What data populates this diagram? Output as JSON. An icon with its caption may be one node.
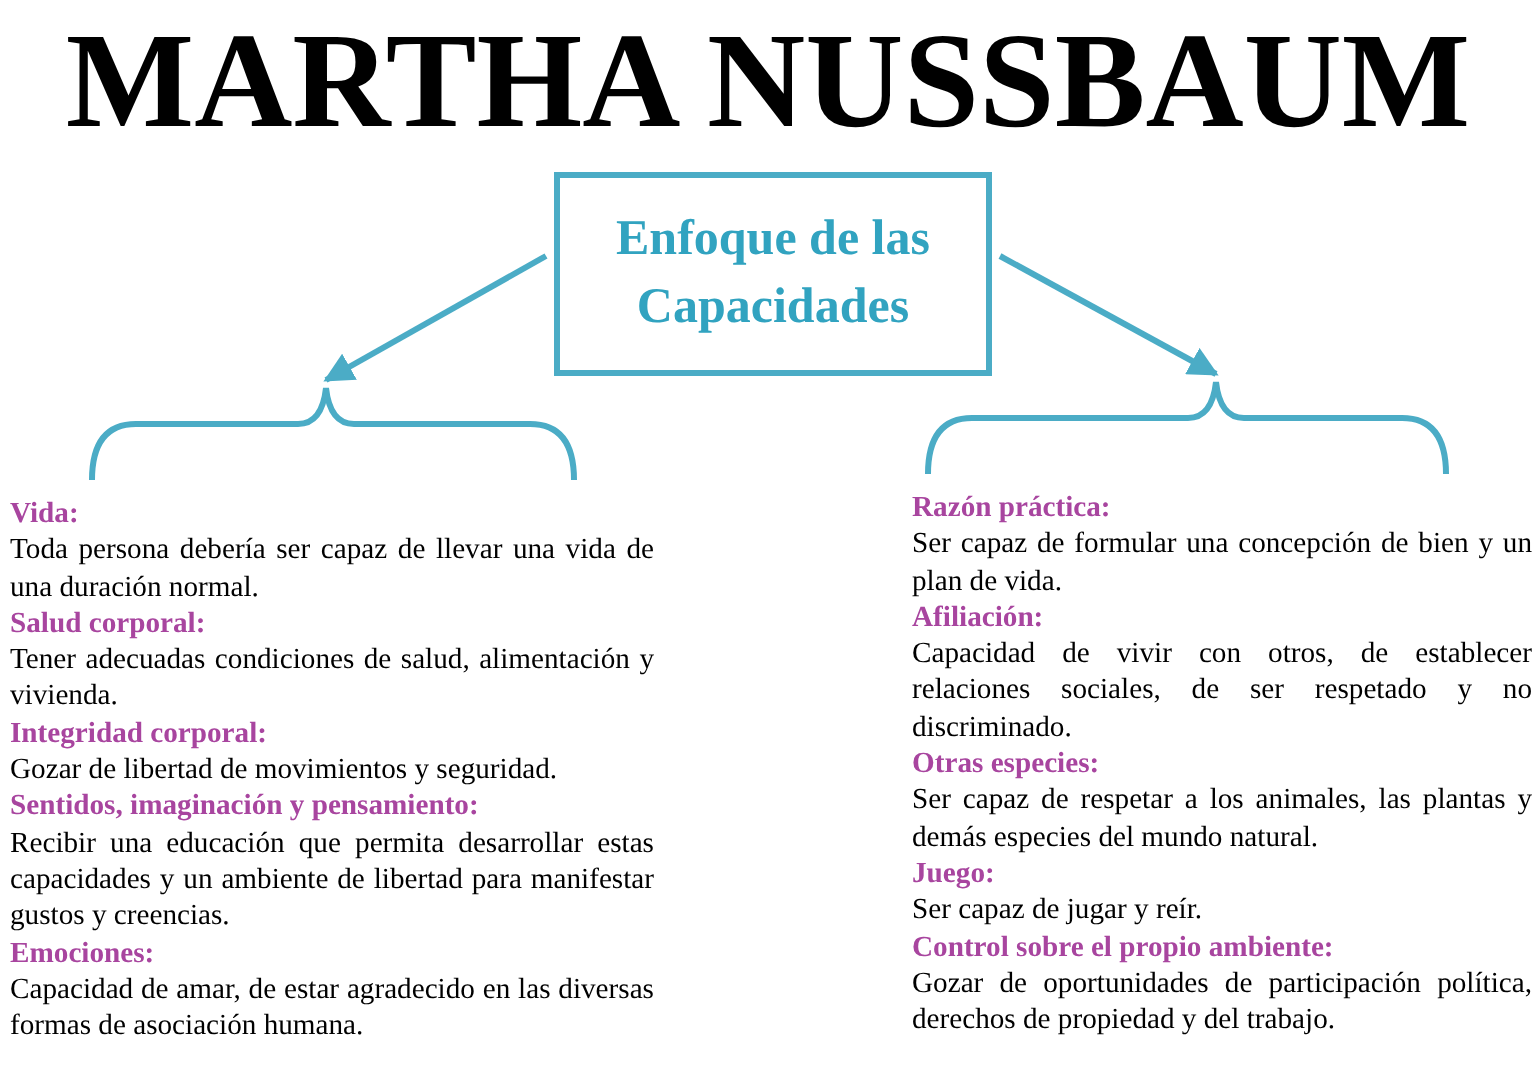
{
  "diagram": {
    "title": "MARTHA NUSSBAUM",
    "nodes": [
      {
        "text": [
          "Enfoque de las Capacidades"
        ]
      },
      {
        "text": [
          "Vida:",
          "Toda persona debería ser capaz de llevar una vida de una duración normal.",
          "Salud corporal:",
          "Tener adecuadas condiciones de salud, alimentación y vivienda.",
          "Integridad corporal:",
          "Gozar de libertad de movimientos y seguridad.",
          "Sentidos, imaginación y pensamiento:",
          "Recibir una educación que permita desarrollar estas capacidades y un ambiente de libertad para manifestar gustos y creencias.",
          "Emociones:",
          "Capacidad de amar, de estar agradecido en las diversas formas de asociación humana."
        ]
      },
      {
        "text": [
          "Razón práctica:",
          "Ser capaz de formular una concepción de bien y un plan de vida.",
          "Afiliación:",
          "Capacidad de vivir con otros, de establecer relaciones sociales, de ser respetado y no discriminado.",
          "Otras especies:",
          "Ser capaz de respetar a los animales, las plantas y demás especies del mundo natural.",
          "Juego:",
          "Ser capaz de jugar y reír.",
          "Control sobre el propio ambiente:",
          "Gozar de oportunidades de participación política, derechos de propiedad y del trabajo."
        ]
      }
    ],
    "edges": [
      {
        "from": 0,
        "to": 1,
        "arrow": "to"
      },
      {
        "from": 0,
        "to": 2,
        "arrow": "to"
      }
    ]
  }
}
